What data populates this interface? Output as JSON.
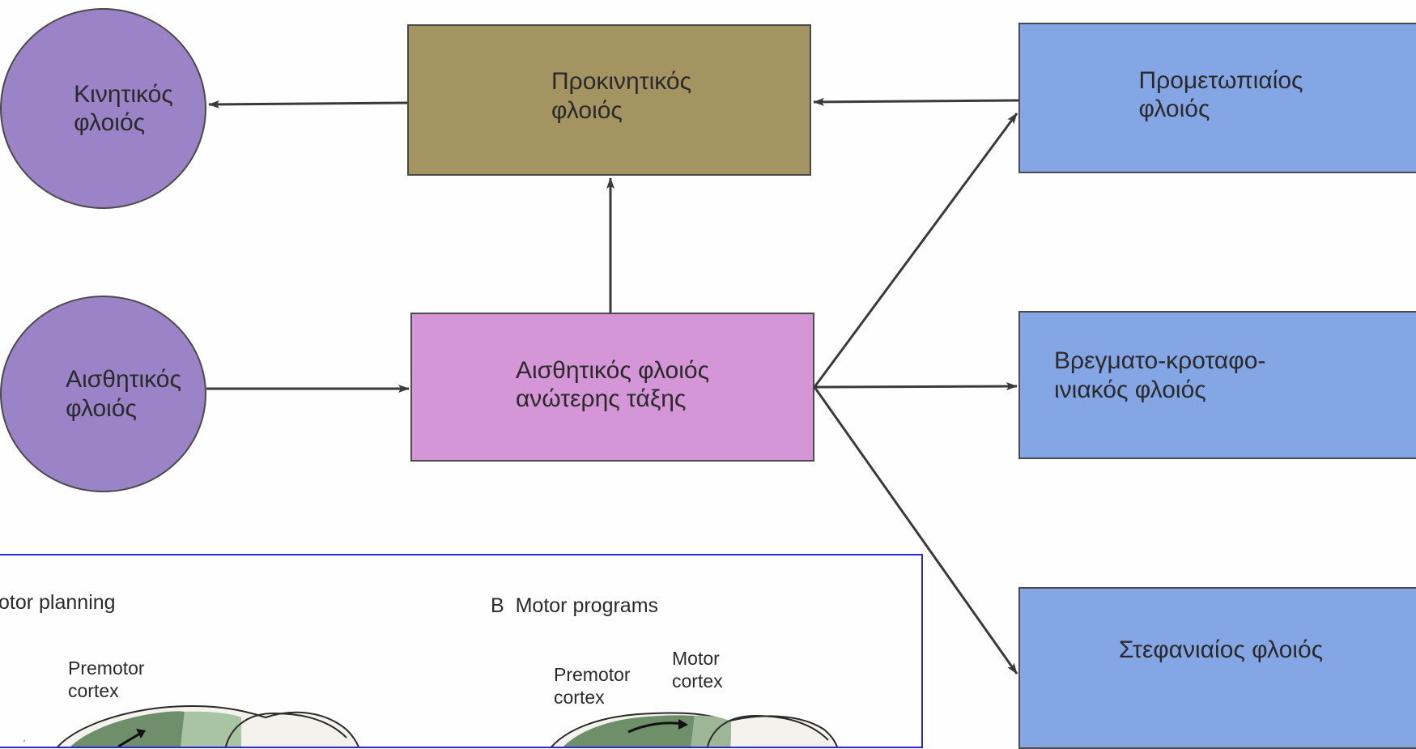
{
  "nodes": {
    "motor_cortex": {
      "line1": "Κινητικός",
      "line2": "φλοιός"
    },
    "sensory_cortex": {
      "line1": "Αισθητικός",
      "line2": "φλοιός"
    },
    "premotor_cortex": {
      "line1": "Προκινητικός",
      "line2": "φλοιός"
    },
    "higher_sensory": {
      "line1": "Αισθητικός φλοιός",
      "line2": "ανώτερης τάξης"
    },
    "prefrontal": {
      "line1": "Προμετωπιαίος",
      "line2": "φλοιός"
    },
    "parietal": {
      "line1": "Βρεγματο-κροταφο-",
      "line2": "ινιακός φλοιός"
    },
    "cingulate": {
      "line1": "Στεφανιαίος φλοιός"
    }
  },
  "inset": {
    "panel_a_title": "otor planning",
    "panel_a_label": {
      "line1": "Premotor",
      "line2": "cortex"
    },
    "panel_b_letter": "B",
    "panel_b_title": "Motor programs",
    "panel_b_label_premotor": {
      "line1": "Premotor",
      "line2": "cortex"
    },
    "panel_b_label_motor": {
      "line1": "Motor",
      "line2": "cortex"
    }
  },
  "colors": {
    "circle_purple": "#9a83c6",
    "premotor_olive": "#a39461",
    "higher_pink": "#d596d7",
    "association_blue": "#84a6e4",
    "inset_border": "#2b2bd0",
    "arrow": "#3a3a3a"
  }
}
